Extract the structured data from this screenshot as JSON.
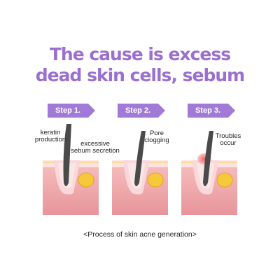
{
  "title": {
    "line1": "The cause is excess",
    "line2": "dead skin cells, sebum"
  },
  "steps": [
    {
      "label": "Step 1.",
      "annotations": [
        "keratin production",
        "excessive sebum secretion"
      ]
    },
    {
      "label": "Step 2.",
      "annotations": [
        "Pore clogging"
      ]
    },
    {
      "label": "Step 3.",
      "annotations": [
        "Troubles occur"
      ]
    }
  ],
  "caption": "<Process of skin acne generation>",
  "colors": {
    "title": "#9b6fd1",
    "step_badge": "#a07ad6",
    "skin_top": "#f5b3b3",
    "skin_bottom": "#e8979b",
    "sebum": "#f6c93b",
    "hair": "#4a4a4a"
  }
}
